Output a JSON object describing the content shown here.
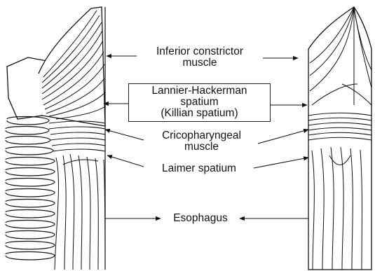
{
  "labels": {
    "inferior_constrictor": [
      "Inferior constrictor",
      "muscle"
    ],
    "lannier_hackerman": [
      "Lannier-Hackerman",
      "spatium",
      "(Killian spatium)"
    ],
    "cricopharyngeal": [
      "Cricopharyngeal",
      "muscle"
    ],
    "laimer": "Laimer spatium",
    "esophagus": "Esophagus"
  },
  "colors": {
    "ink": "#111111",
    "paper": "#ffffff"
  }
}
